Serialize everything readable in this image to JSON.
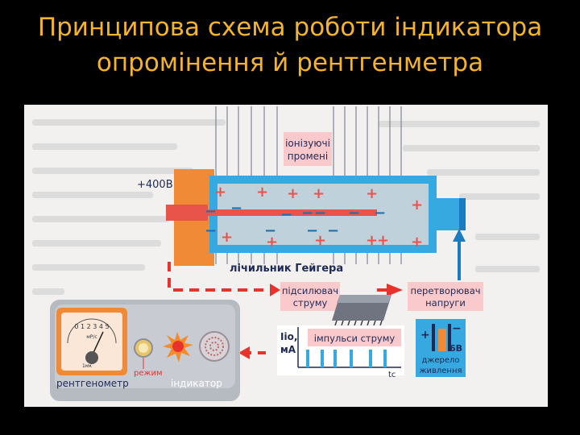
{
  "title": {
    "line1": "Принципова схема роботи індикатора",
    "line2": "опромінення й рентгенметра"
  },
  "diagram": {
    "rays_label_1": "іонізуючі",
    "rays_label_2": "промені",
    "voltage_label": "+400В",
    "counter_label": "лічильник Гейгера",
    "amplifier_label_1": "підсилювач",
    "amplifier_label_2": "струму",
    "converter_label_1": "перетворювач",
    "converter_label_2": "напруги",
    "current_axis_label_1": "Iio,",
    "current_axis_label_2": "мА",
    "pulses_label": "імпульси струму",
    "time_axis_label": "tc",
    "battery_voltage": "6В",
    "power_source_label_1": "джерело",
    "power_source_label_2": "живлення",
    "meter_label": "рентгенометр",
    "mode_label": "режим",
    "indicator_label": "індикатор",
    "meter_scale": "0 1 2 3 4 5",
    "meter_unit": "мР/с",
    "meter_reading": "1мк",
    "colors": {
      "tube_blue": "#36a9e1",
      "tube_inner": "#bfd2dc",
      "electrode_red": "#e8534a",
      "orange_cap": "#f08a36",
      "arrow_red": "#e8322c",
      "label_box": "#f9c9cc",
      "title_gold": "#f3b32c"
    }
  }
}
